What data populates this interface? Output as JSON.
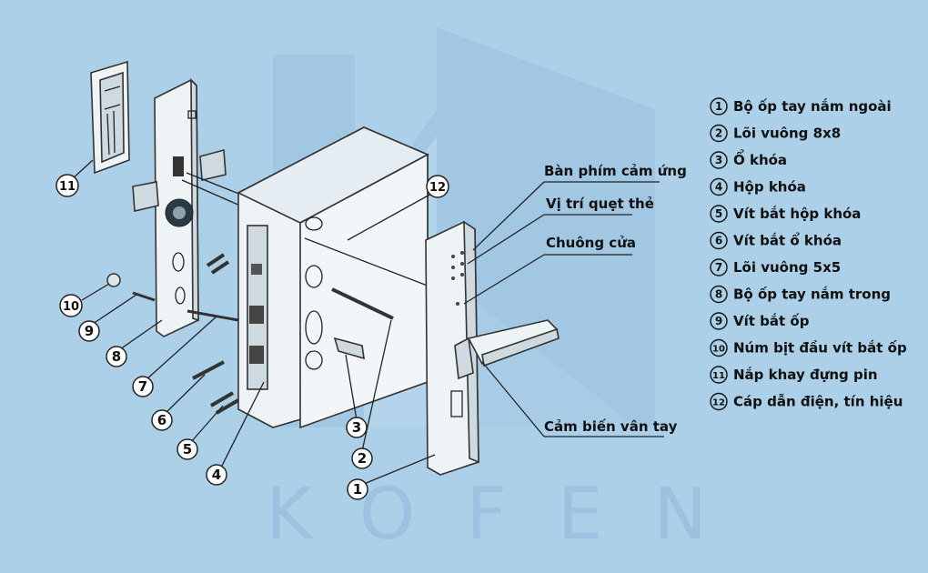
{
  "watermark": "KOFEN",
  "callouts": {
    "keypad": "Bàn phím cảm ứng",
    "card": "Vị trí quẹt thẻ",
    "doorbell": "Chuông cửa",
    "fingerprint": "Cảm biến vân tay"
  },
  "legend": [
    {
      "num": "1",
      "label": "Bộ ốp tay nắm ngoài"
    },
    {
      "num": "2",
      "label": "Lõi vuông 8x8"
    },
    {
      "num": "3",
      "label": "Ổ khóa"
    },
    {
      "num": "4",
      "label": "Hộp khóa"
    },
    {
      "num": "5",
      "label": "Vít bắt hộp khóa"
    },
    {
      "num": "6",
      "label": "Vít bắt ổ khóa"
    },
    {
      "num": "7",
      "label": "Lõi vuông 5x5"
    },
    {
      "num": "8",
      "label": "Bộ ốp tay nắm trong"
    },
    {
      "num": "9",
      "label": "Vít bắt ốp"
    },
    {
      "num": "10",
      "label": "Núm bịt đầu vít bắt ốp"
    },
    {
      "num": "11",
      "label": "Nắp khay đựng pin"
    },
    {
      "num": "12",
      "label": "Cáp dẫn điện, tín hiệu"
    }
  ],
  "markers": [
    "1",
    "2",
    "3",
    "4",
    "5",
    "6",
    "7",
    "8",
    "9",
    "10",
    "11",
    "12"
  ]
}
